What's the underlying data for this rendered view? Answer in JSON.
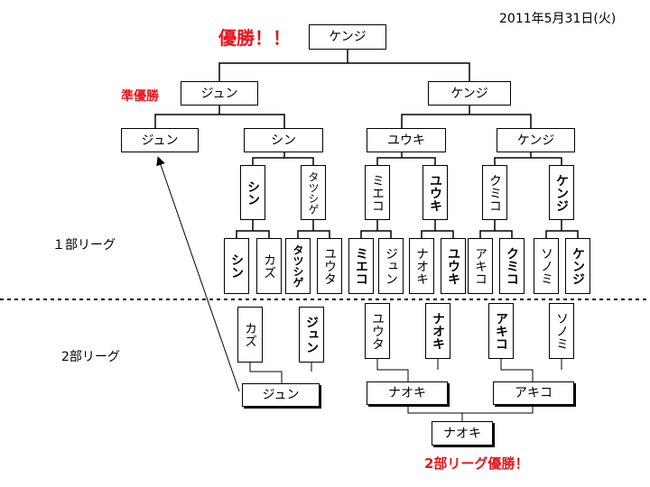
{
  "header": {
    "date": "2011年5月31日(火)"
  },
  "labels": {
    "champion": "優勝！！",
    "runner_up": "準優勝",
    "league1": "１部リーグ",
    "league2": "2部リーグ",
    "league2_champion": "2部リーグ優勝！"
  },
  "top": {
    "final_winner": "ケンジ",
    "runner_up": "ジュン",
    "finalist_right": "ケンジ"
  },
  "league1": {
    "semis": [
      "ジュン",
      "シン",
      "ユウキ",
      "ケンジ"
    ],
    "round2": [
      "シン",
      "タツシゲ",
      "ミエコ",
      "ユウキ",
      "クミコ",
      "ケンジ"
    ],
    "round1": [
      "シン",
      "カズ",
      "タツシゲ",
      "ユウタ",
      "ミエコ",
      "ジュン",
      "ナオキ",
      "ユウキ",
      "アキコ",
      "クミコ",
      "ソノミ",
      "ケンジ"
    ]
  },
  "league2": {
    "round1": [
      "カズ",
      "ジュン",
      "ユウタ",
      "ナオキ",
      "アキコ",
      "ソノミ"
    ],
    "semis": [
      "ジュン",
      "ナオキ",
      "アキコ"
    ],
    "winner": "ナオキ"
  }
}
